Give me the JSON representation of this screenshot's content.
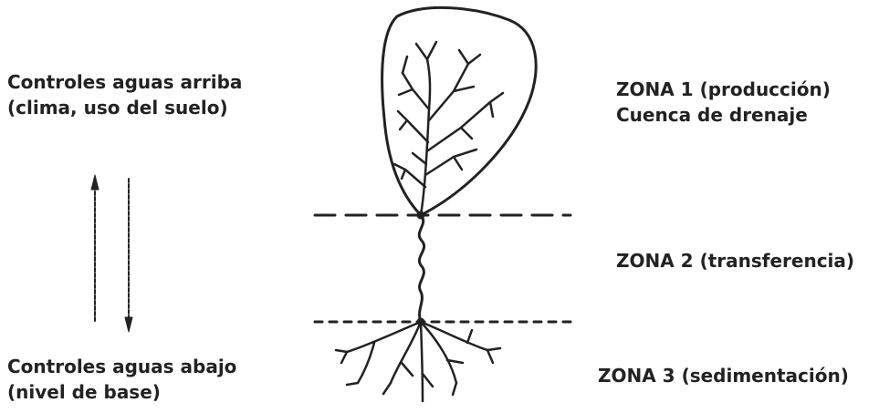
{
  "left": {
    "upstream": {
      "line1": "Controles aguas arriba",
      "line2": "(clima, uso del suelo)"
    },
    "downstream": {
      "line1": "Controles aguas abajo",
      "line2": "(nivel de base)"
    }
  },
  "zones": {
    "zone1": {
      "line1": "ZONA 1 (producción)",
      "line2": "Cuenca de drenaje"
    },
    "zone2": {
      "line1": "ZONA 2 (transferencia)"
    },
    "zone3": {
      "line1": "ZONA 3 (sedimentación)"
    }
  },
  "colors": {
    "ink": "#222222",
    "background": "#ffffff"
  }
}
